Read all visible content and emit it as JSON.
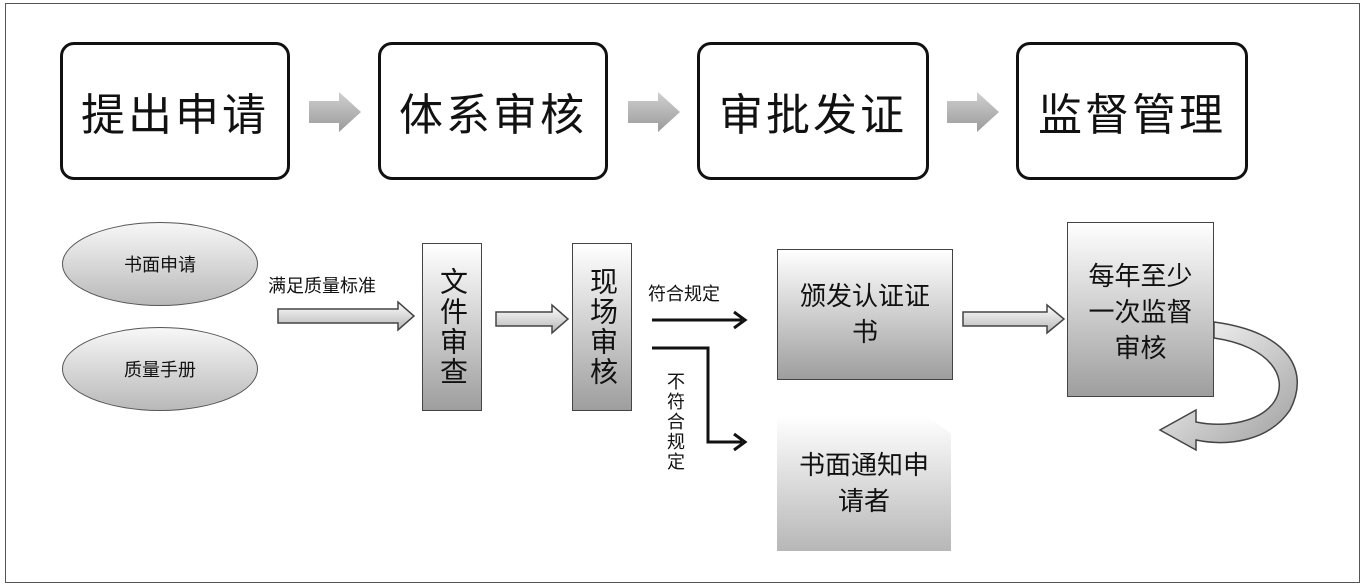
{
  "stages": [
    "提出申请",
    "体系审核",
    "审批发证",
    "监督管理"
  ],
  "inputs": [
    "书面申请",
    "质量手册"
  ],
  "flow_labels": {
    "meets_standard": "满足质量标准",
    "conforms": "符合规定",
    "not_conforms": "不符合规定"
  },
  "steps": {
    "document_review": "文件审查",
    "onsite_audit": "现场审核",
    "issue_certificate": "颁发认证证书",
    "annual_audit": "每年至少一次监督审核",
    "notify_applicant": "书面通知申请者"
  }
}
